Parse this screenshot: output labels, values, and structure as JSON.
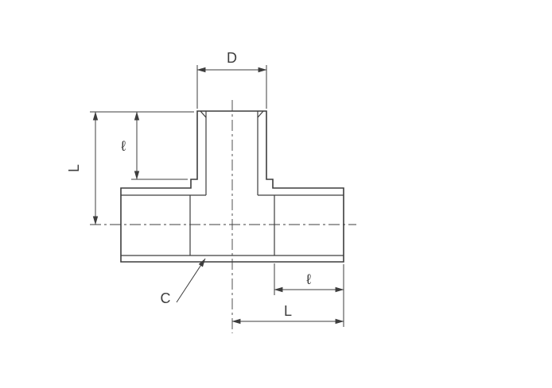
{
  "drawing": {
    "labels": {
      "branch_width": "D",
      "left_overall": "L",
      "left_socket_depth": "ℓ",
      "weld_callout": "C",
      "right_socket_depth": "ℓ",
      "right_overall": "L"
    },
    "colors": {
      "line": "#3d3d3d",
      "background": "#ffffff"
    }
  }
}
